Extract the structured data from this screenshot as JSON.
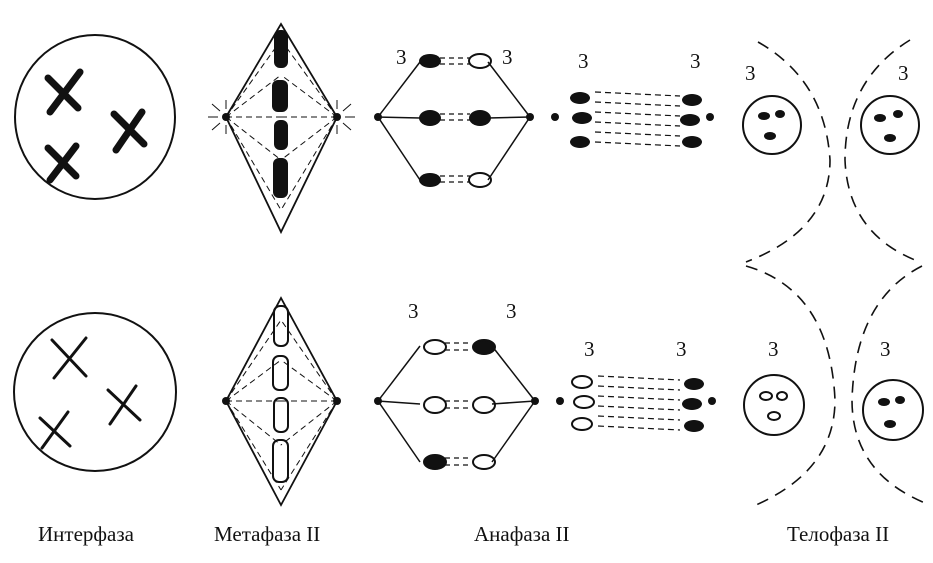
{
  "captions": {
    "interphase": "Интерфаза",
    "metaphase": "Метафаза II",
    "anaphase": "Анафаза II",
    "telophase": "Телофаза II"
  },
  "labels": {
    "anaphase_top_left": "3",
    "anaphase_top_right": "3",
    "late_anaphase_top_left": "3",
    "late_anaphase_top_right": "3",
    "telophase_top_left": "3",
    "telophase_top_right": "3",
    "anaphase_bottom_left": "3",
    "anaphase_bottom_right": "3",
    "late_anaphase_bottom_left": "3",
    "late_anaphase_bottom_right": "3",
    "telophase_bottom_left": "3",
    "telophase_bottom_right": "3"
  },
  "colors": {
    "ink": "#111111",
    "background": "#ffffff"
  }
}
